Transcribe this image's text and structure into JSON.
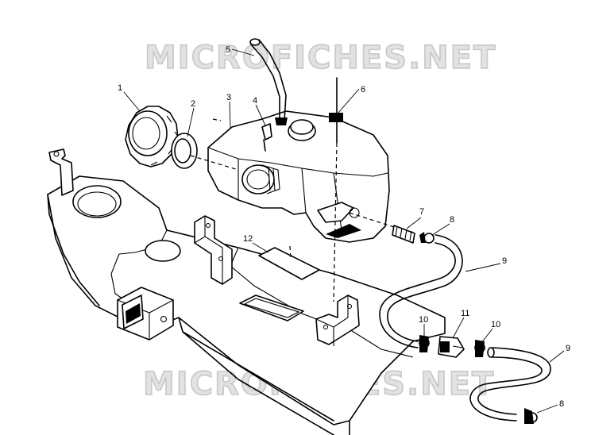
{
  "watermark": {
    "text": "MICROFICHES.NET"
  },
  "callouts": [
    {
      "id": "c1",
      "label": "1"
    },
    {
      "id": "c2",
      "label": "2"
    },
    {
      "id": "c3",
      "label": "3"
    },
    {
      "id": "c4",
      "label": "4"
    },
    {
      "id": "c5",
      "label": "5"
    },
    {
      "id": "c6",
      "label": "6"
    },
    {
      "id": "c7",
      "label": "7"
    },
    {
      "id": "c8a",
      "label": "8"
    },
    {
      "id": "c9a",
      "label": "9"
    },
    {
      "id": "c10a",
      "label": "10"
    },
    {
      "id": "c11",
      "label": "11"
    },
    {
      "id": "c10b",
      "label": "10"
    },
    {
      "id": "c9b",
      "label": "9"
    },
    {
      "id": "c8b",
      "label": "8"
    },
    {
      "id": "c12",
      "label": "12"
    }
  ]
}
